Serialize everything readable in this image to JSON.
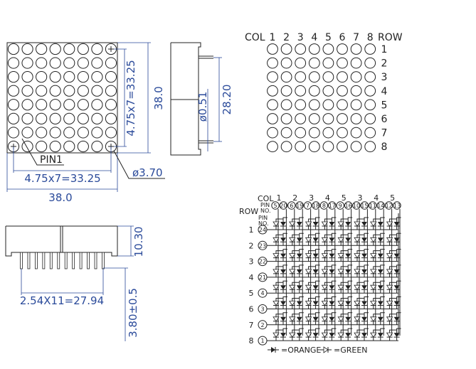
{
  "front_view": {
    "matrix_rows": 8,
    "matrix_cols": 8,
    "dim_pitch_v": "4.75x7=33.25",
    "dim_total_v": "38.0",
    "dim_pitch_h": "4.75x7=33.25",
    "dim_total_h": "38.0",
    "pin1_label": "PIN1",
    "dot_diameter": "ø3.70"
  },
  "side_view": {
    "pin_diameter": "ø0.51",
    "pin_span": "28.20"
  },
  "bottom_view": {
    "pin_count": 12,
    "height": "10.30",
    "pin_pitch": "2.54X11=27.94",
    "pin_length": "3.80±0.5"
  },
  "top_grid": {
    "col_label": "COL",
    "col_numbers": [
      "1",
      "2",
      "3",
      "4",
      "5",
      "6",
      "7",
      "8"
    ],
    "row_label": "ROW",
    "row_numbers": [
      "1",
      "2",
      "3",
      "4",
      "5",
      "6",
      "7",
      "8"
    ]
  },
  "schematic": {
    "col_label": "COL",
    "pin_label": "PIN",
    "no_label": "NO.",
    "row_label": "ROW",
    "col_numbers": [
      "1",
      "2",
      "3",
      "4",
      "5",
      "3",
      "4",
      "5"
    ],
    "col_pins": [
      "5",
      "20",
      "6",
      "19",
      "7",
      "18",
      "8",
      "17",
      "9",
      "16",
      "10",
      "15",
      "11",
      "14",
      "12",
      "13"
    ],
    "row_numbers": [
      "1",
      "2",
      "3",
      "4",
      "5",
      "6",
      "7",
      "8"
    ],
    "row_pins": [
      "24",
      "23",
      "22",
      "21",
      "4",
      "3",
      "2",
      "1"
    ],
    "legend_orange": "=ORANGE",
    "legend_green": "=GREEN"
  }
}
